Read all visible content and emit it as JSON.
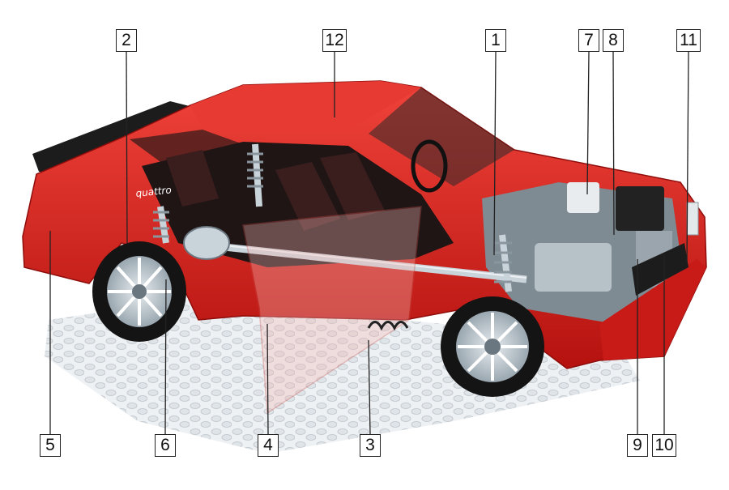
{
  "callouts": [
    {
      "id": "1",
      "label": "1"
    },
    {
      "id": "2",
      "label": "2"
    },
    {
      "id": "3",
      "label": "3"
    },
    {
      "id": "4",
      "label": "4"
    },
    {
      "id": "5",
      "label": "5"
    },
    {
      "id": "6",
      "label": "6"
    },
    {
      "id": "7",
      "label": "7"
    },
    {
      "id": "8",
      "label": "8"
    },
    {
      "id": "9",
      "label": "9"
    },
    {
      "id": "10",
      "label": "10"
    },
    {
      "id": "11",
      "label": "11"
    },
    {
      "id": "12",
      "label": "12"
    }
  ],
  "car": {
    "badge_text": "quattro",
    "body_color": "#d81f1f",
    "dark_color": "#1c1c1c",
    "chrome_color": "#c9d3da"
  }
}
